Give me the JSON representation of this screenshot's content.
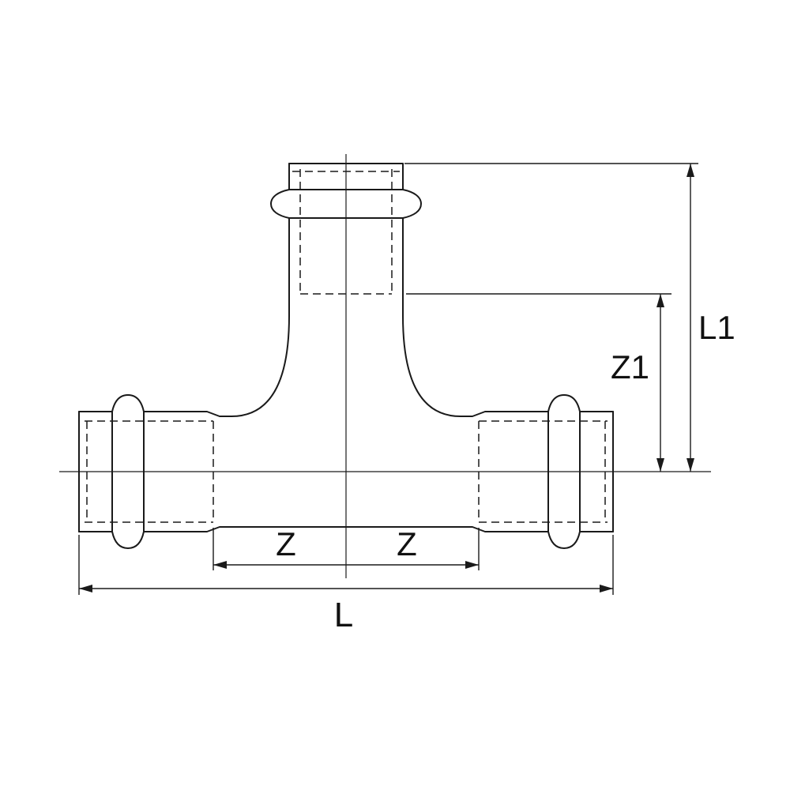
{
  "drawing": {
    "type": "technical-drawing",
    "subject": "press-fit tee pipe fitting, front view with dimension lines",
    "dimension_labels": {
      "l1": "L1",
      "z1": "Z1",
      "z_left": "Z",
      "z_right": "Z",
      "l": "L"
    },
    "colors": {
      "line": "#1a1a1a",
      "background": "#ffffff"
    }
  }
}
